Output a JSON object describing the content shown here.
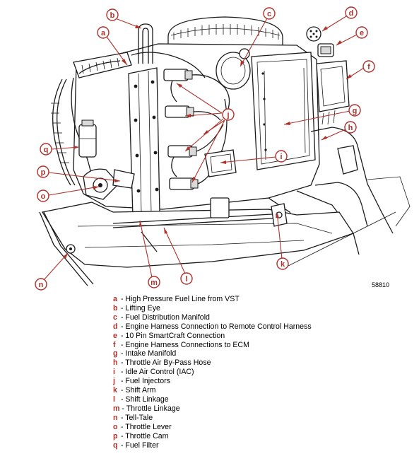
{
  "figure_number": "58810",
  "accent_color": "#b0302a",
  "callouts": [
    {
      "letter": "a",
      "label": "High Pressure Fuel Line from VST"
    },
    {
      "letter": "b",
      "label": "Lifting Eye"
    },
    {
      "letter": "c",
      "label": "Fuel Distribution Manifold"
    },
    {
      "letter": "d",
      "label": "Engine Harness Connection to Remote Control Harness"
    },
    {
      "letter": "e",
      "label": "10 Pin SmartCraft Connection"
    },
    {
      "letter": "f",
      "label": "Engine Harness Connections to ECM"
    },
    {
      "letter": "g",
      "label": "Intake Manifold"
    },
    {
      "letter": "h",
      "label": "Throttle Air By-Pass Hose"
    },
    {
      "letter": "i",
      "label": "Idle Air Control (IAC)"
    },
    {
      "letter": "j",
      "label": "Fuel Injectors"
    },
    {
      "letter": "k",
      "label": "Shift Arm"
    },
    {
      "letter": "l",
      "label": "Shift Linkage"
    },
    {
      "letter": "m",
      "label": "Throttle Linkage"
    },
    {
      "letter": "n",
      "label": "Tell-Tale"
    },
    {
      "letter": "o",
      "label": "Throttle Lever"
    },
    {
      "letter": "p",
      "label": "Throttle Cam"
    },
    {
      "letter": "q",
      "label": "Fuel Filter"
    }
  ]
}
